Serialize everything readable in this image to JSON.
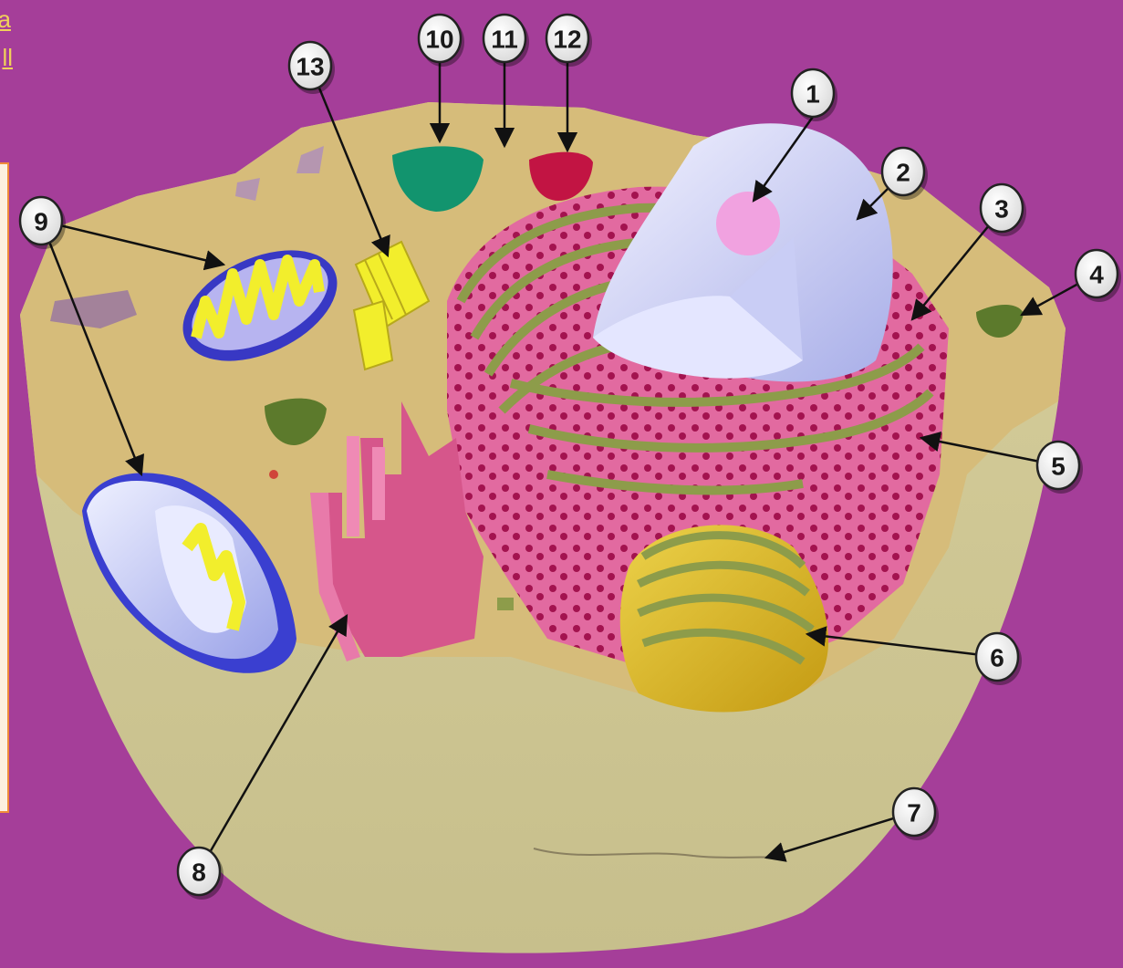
{
  "links": [
    "a",
    "ll"
  ],
  "labels": [
    "1",
    "2",
    "3",
    "4",
    "5",
    "6",
    "7",
    "8",
    "9",
    "10",
    "11",
    "12",
    "13"
  ]
}
